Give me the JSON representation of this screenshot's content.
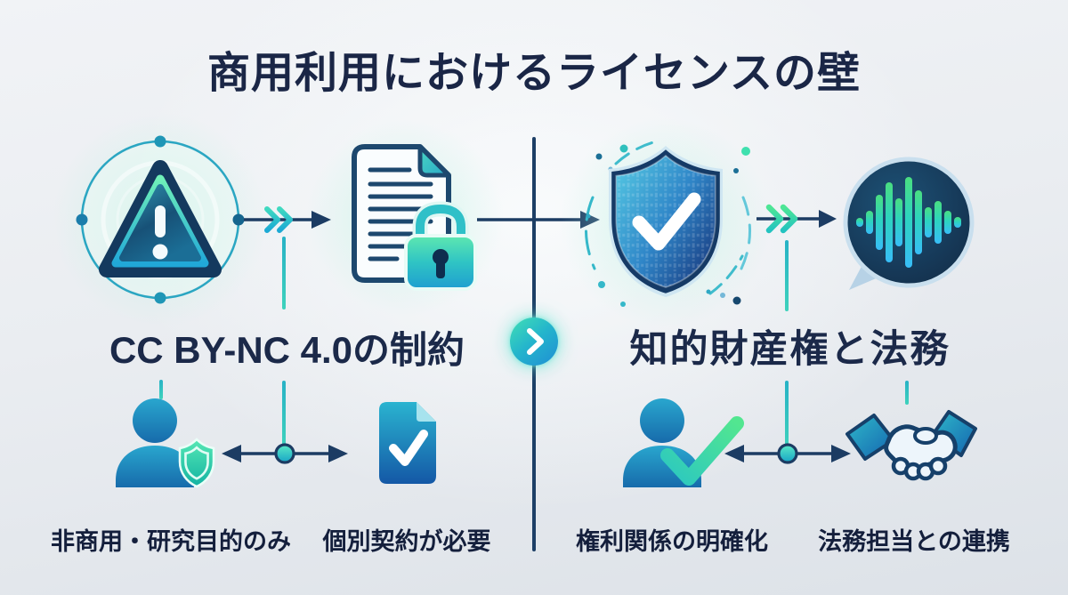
{
  "title": "商用利用におけるライセンスの壁",
  "left_section": {
    "heading": "CC BY-NC 4.0の制約",
    "item_first": "非商用・研究目的のみ",
    "item_second": "個別契約が必要"
  },
  "right_section": {
    "heading": "知的財産権と法務",
    "item_first": "権利関係の明確化",
    "item_second": "法務担当との連携"
  },
  "icons": {
    "warning": "warning-triangle-icon",
    "locked_document": "locked-document-icon",
    "shield_check": "shield-check-icon",
    "voice_bubble": "voice-waveform-bubble-icon",
    "user_shield": "user-shield-icon",
    "document_check": "document-check-icon",
    "user_check": "user-check-icon",
    "handshake": "handshake-icon",
    "next_chevron": "chevron-right-icon"
  },
  "colors": {
    "background_top": "#f1f3f6",
    "background_bottom": "#dde2e8",
    "heading_text": "#1b2949",
    "label_text": "#141f3c",
    "line_navy": "#1c3c63",
    "accent_teal": "#27b2c6",
    "accent_green": "#4ade80",
    "accent_blue": "#1f7fc0"
  }
}
